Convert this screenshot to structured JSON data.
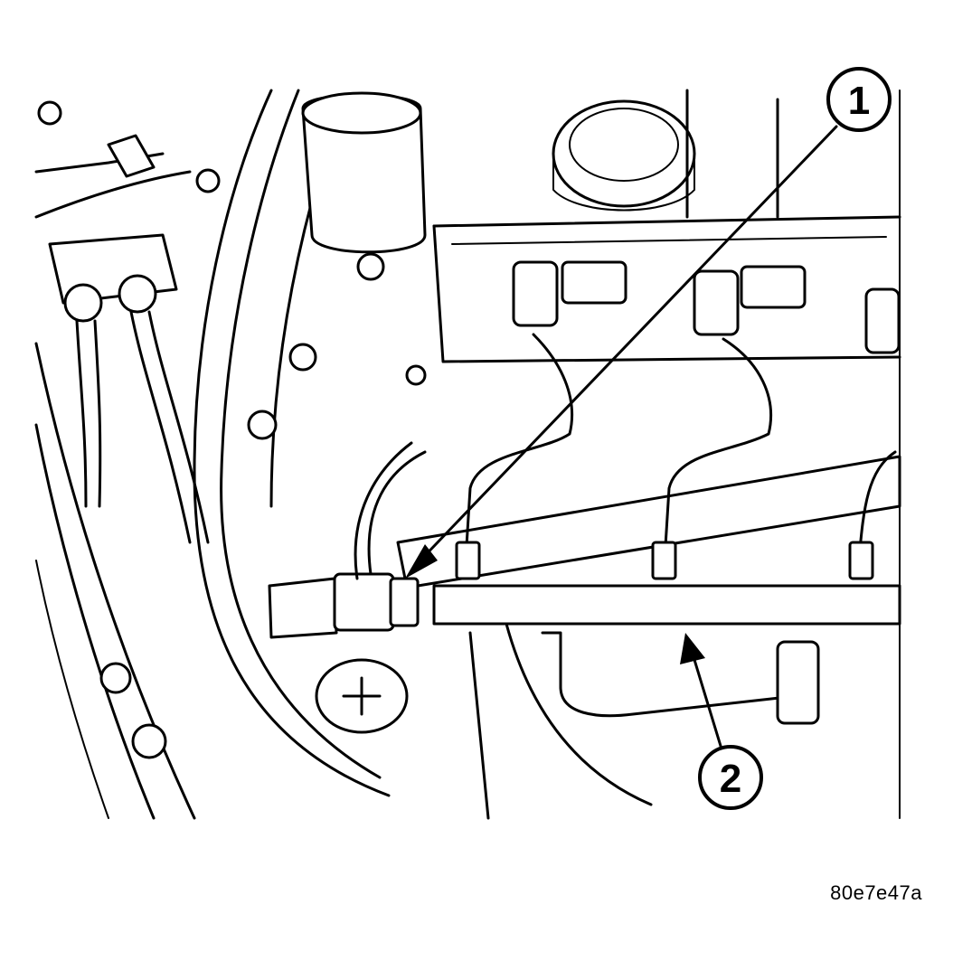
{
  "figure": {
    "reference_code": "80e7e47a",
    "background_color": "#ffffff",
    "line_color": "#000000"
  },
  "callouts": [
    {
      "number": "1"
    },
    {
      "number": "2"
    }
  ]
}
